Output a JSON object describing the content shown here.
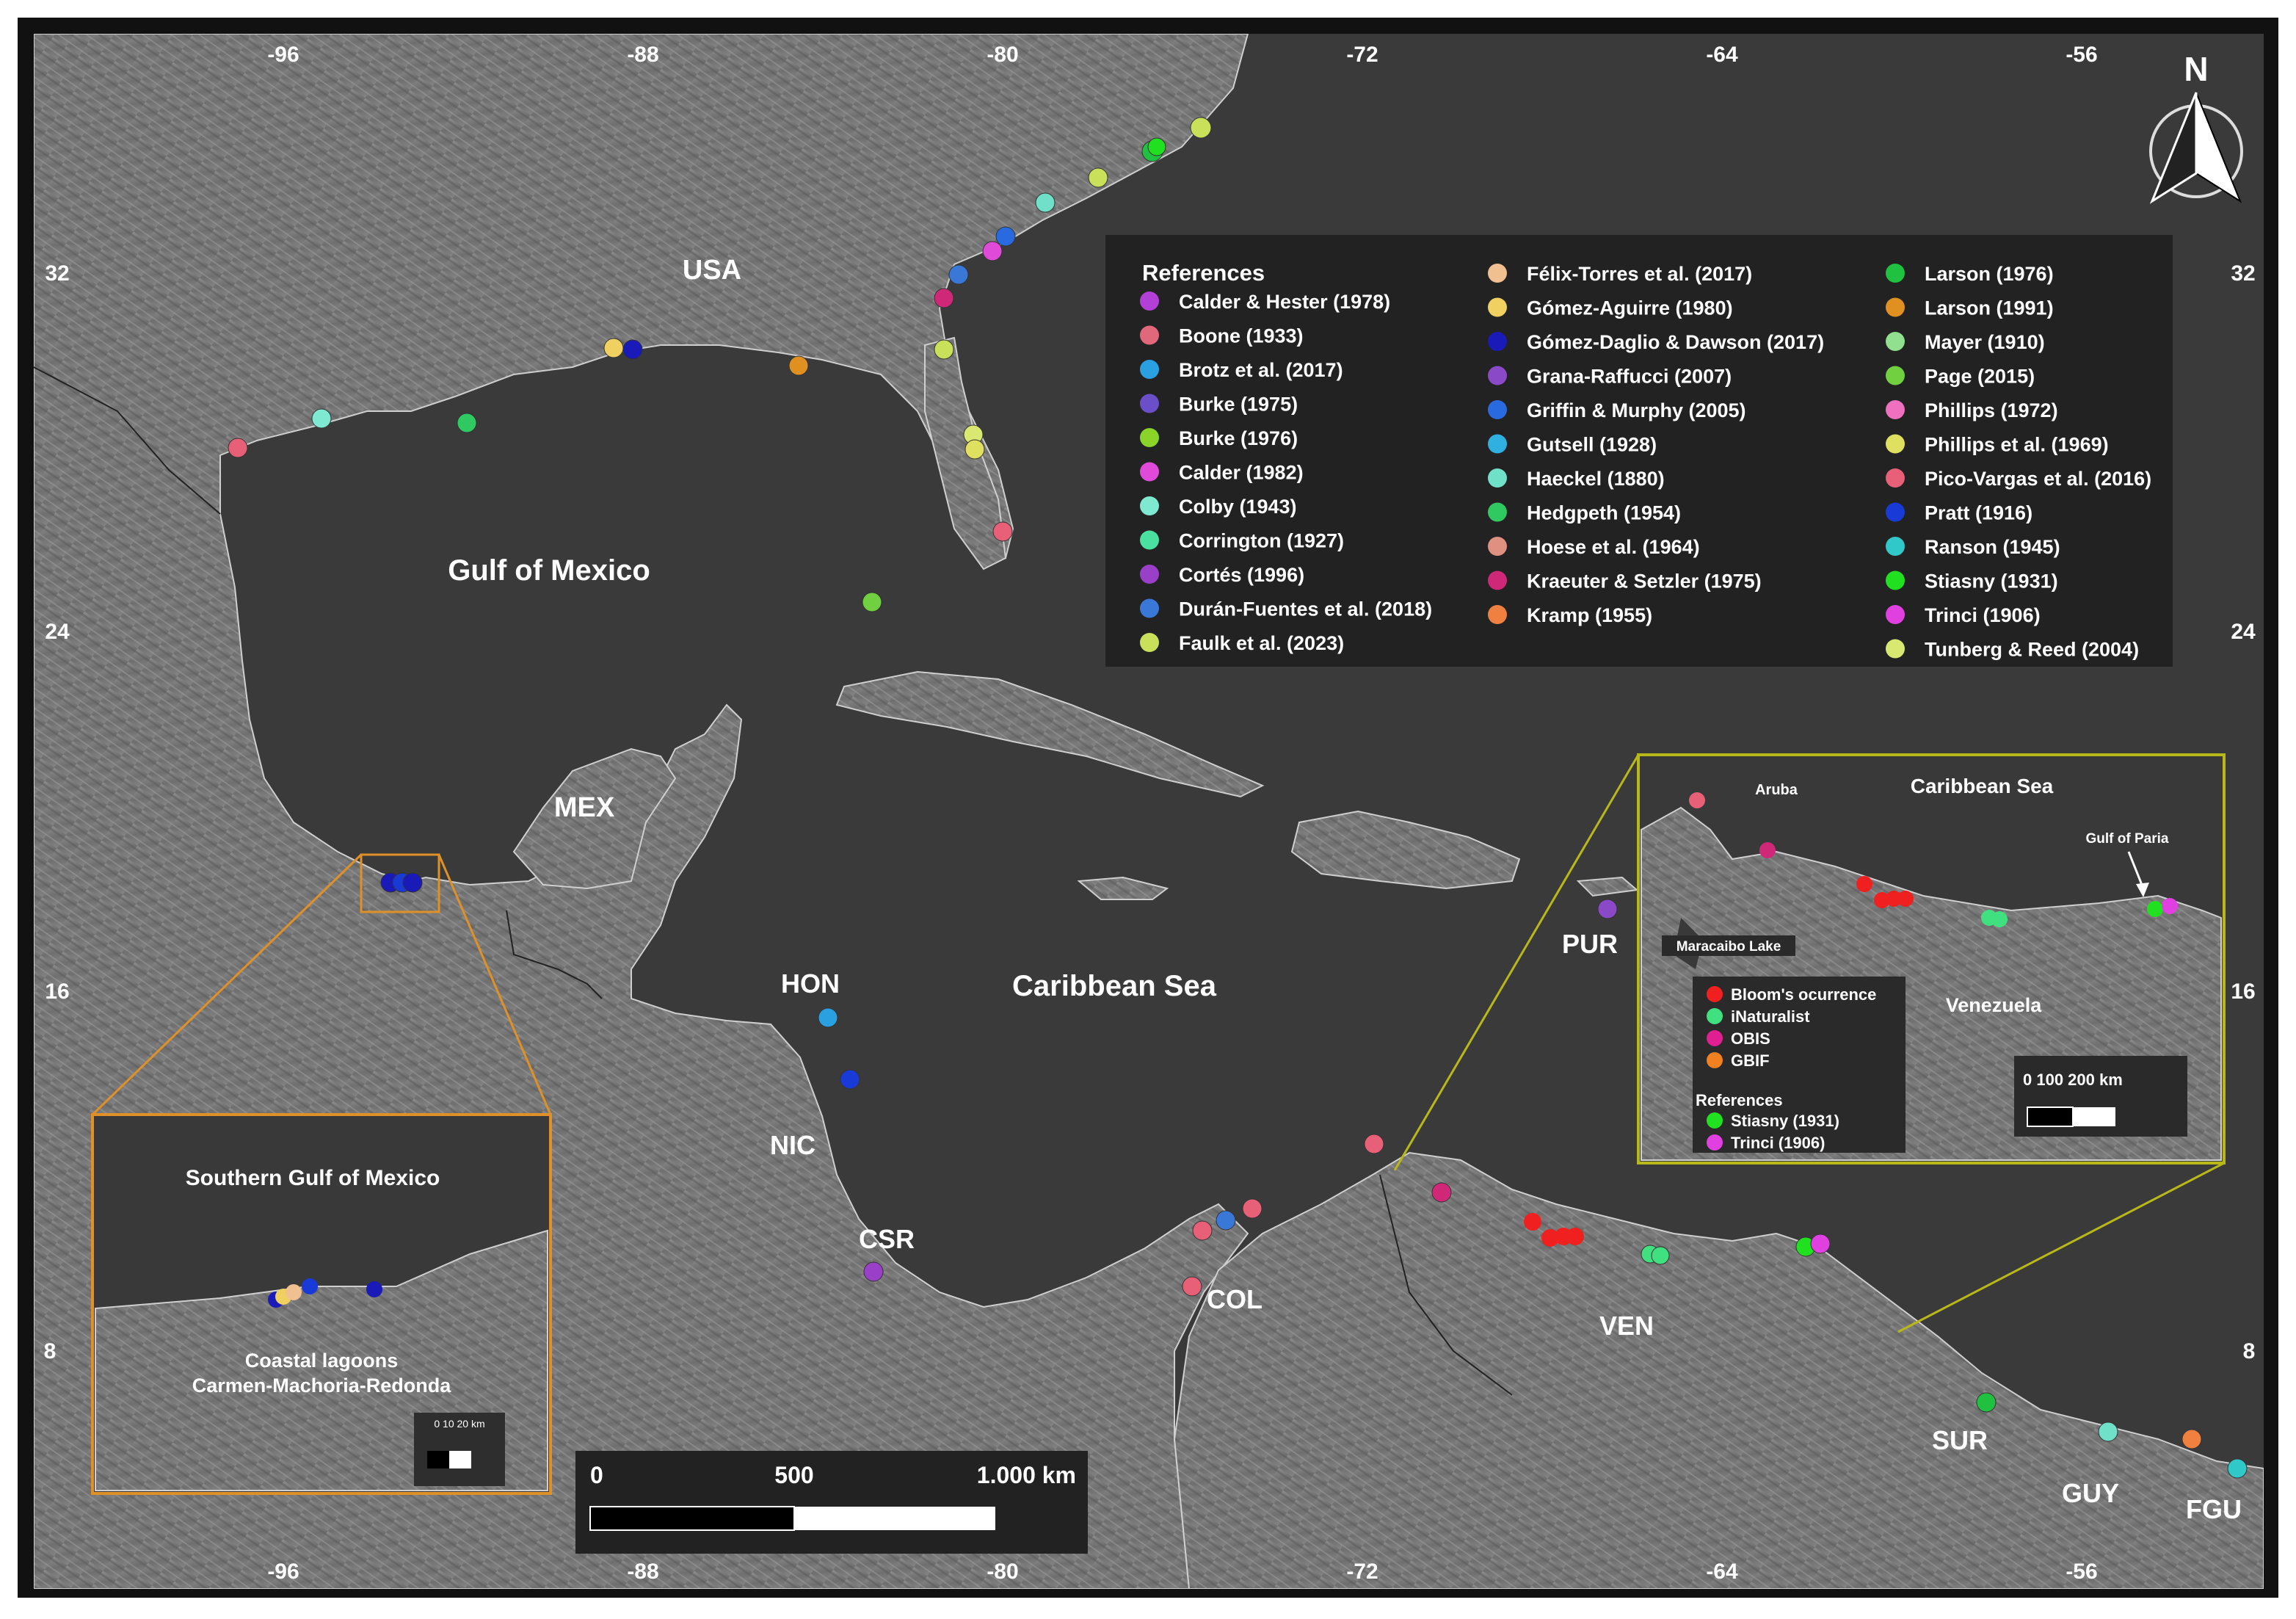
{
  "map": {
    "north_arrow_label": "N",
    "graticule": {
      "lon_labels": [
        "-96",
        "-88",
        "-80",
        "-72",
        "-64",
        "-56"
      ],
      "lat_labels": [
        "32",
        "24",
        "16",
        "8"
      ]
    },
    "region_labels": {
      "usa": "USA",
      "gulf": "Gulf of Mexico",
      "mex": "MEX",
      "caribbean": "Caribbean Sea",
      "pur": "PUR",
      "hon": "HON",
      "nic": "NIC",
      "csr": "CSR",
      "col": "COL",
      "ven": "VEN",
      "sur": "SUR",
      "guy": "GUY",
      "fgu": "FGU"
    },
    "scale_bar": {
      "labels": [
        "0",
        "500",
        "1.000 km"
      ]
    }
  },
  "legend": {
    "title": "References",
    "entries": [
      {
        "label": "Calder & Hester (1978)",
        "color": "#b23fd6"
      },
      {
        "label": "Boone (1933)",
        "color": "#e0687a"
      },
      {
        "label": "Brotz et al. (2017)",
        "color": "#2aa0e0"
      },
      {
        "label": "Burke (1975)",
        "color": "#6a4fc8"
      },
      {
        "label": "Burke (1976)",
        "color": "#8ad42a"
      },
      {
        "label": "Calder (1982)",
        "color": "#e04ad8"
      },
      {
        "label": "Colby (1943)",
        "color": "#7ee8d0"
      },
      {
        "label": "Corrington (1927)",
        "color": "#4ae0a0"
      },
      {
        "label": "Cortés (1996)",
        "color": "#9a40c8"
      },
      {
        "label": "Durán-Fuentes et al. (2018)",
        "color": "#3a78d8"
      },
      {
        "label": "Faulk et al. (2023)",
        "color": "#c8e05a"
      },
      {
        "label": "Félix-Torres et al. (2017)",
        "color": "#f0c090"
      },
      {
        "label": "Gómez-Aguirre (1980)",
        "color": "#f0d060"
      },
      {
        "label": "Gómez-Daglio & Dawson (2017)",
        "color": "#1a1ab8"
      },
      {
        "label": "Grana-Raffucci (2007)",
        "color": "#8a4ac8"
      },
      {
        "label": "Griffin & Murphy (2005)",
        "color": "#2a6ae0"
      },
      {
        "label": "Gutsell (1928)",
        "color": "#30b0e0"
      },
      {
        "label": "Haeckel (1880)",
        "color": "#70e0c8"
      },
      {
        "label": "Hedgpeth (1954)",
        "color": "#30c860"
      },
      {
        "label": "Hoese et al. (1964)",
        "color": "#e09080"
      },
      {
        "label": "Kraeuter & Setzler (1975)",
        "color": "#d02878"
      },
      {
        "label": "Kramp (1955)",
        "color": "#f08040"
      },
      {
        "label": "Larson (1976)",
        "color": "#20c040"
      },
      {
        "label": "Larson (1991)",
        "color": "#e09020"
      },
      {
        "label": "Mayer (1910)",
        "color": "#90e090"
      },
      {
        "label": "Page (2015)",
        "color": "#70d040"
      },
      {
        "label": "Phillips (1972)",
        "color": "#f070c0"
      },
      {
        "label": "Phillips et al. (1969)",
        "color": "#e0e060"
      },
      {
        "label": "Pico-Vargas et al. (2016)",
        "color": "#e86078"
      },
      {
        "label": "Pratt (1916)",
        "color": "#1a3ad8"
      },
      {
        "label": "Ranson (1945)",
        "color": "#30c8c8"
      },
      {
        "label": "Stiasny (1931)",
        "color": "#20e020"
      },
      {
        "label": "Trinci (1906)",
        "color": "#e040e0"
      },
      {
        "label": "Tunberg & Reed (2004)",
        "color": "#d8e870"
      }
    ]
  },
  "inset_sgom": {
    "title": "Southern Gulf of Mexico",
    "caption_line1": "Coastal lagoons",
    "caption_line2": "Carmen-Machoria-Redonda",
    "scale_label": "0  10 20 km"
  },
  "inset_ven": {
    "title": "Caribbean Sea",
    "aruba": "Aruba",
    "gulf_paria": "Gulf of Paria",
    "maracaibo": "Maracaibo Lake",
    "venezuela": "Venezuela",
    "legend_entries": [
      {
        "label": "Bloom's ocurrence",
        "color": "#f02020"
      },
      {
        "label": "iNaturalist",
        "color": "#40e080"
      },
      {
        "label": "OBIS",
        "color": "#e02090"
      },
      {
        "label": "GBIF",
        "color": "#f08020"
      }
    ],
    "references_title": "References",
    "references": [
      {
        "label": "Stiasny (1931)",
        "color": "#20e020"
      },
      {
        "label": "Trinci (1906)",
        "color": "#e040e0"
      }
    ],
    "scale_label": "0   100 200 km"
  }
}
